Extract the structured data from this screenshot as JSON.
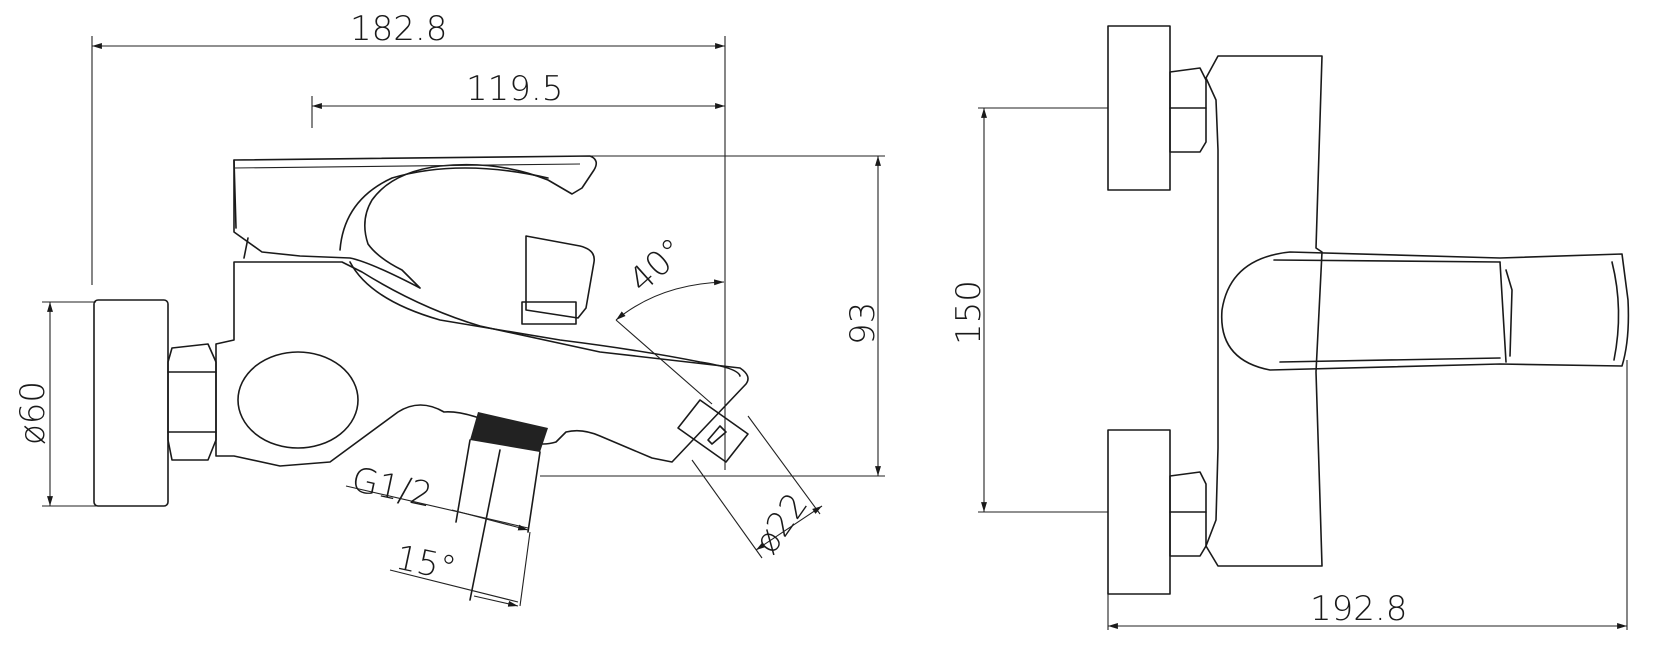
{
  "diagram": {
    "left_view": {
      "dims": {
        "overall_length": "182.8",
        "spout_length": "119.5",
        "height": "93",
        "flange_diameter": "ø60",
        "thread": "G1/2",
        "thread_angle": "15°",
        "outlet_diameter": "ø22",
        "outlet_angle": "40°"
      }
    },
    "right_view": {
      "dims": {
        "center_distance": "150",
        "overall_width": "192.8"
      }
    }
  }
}
